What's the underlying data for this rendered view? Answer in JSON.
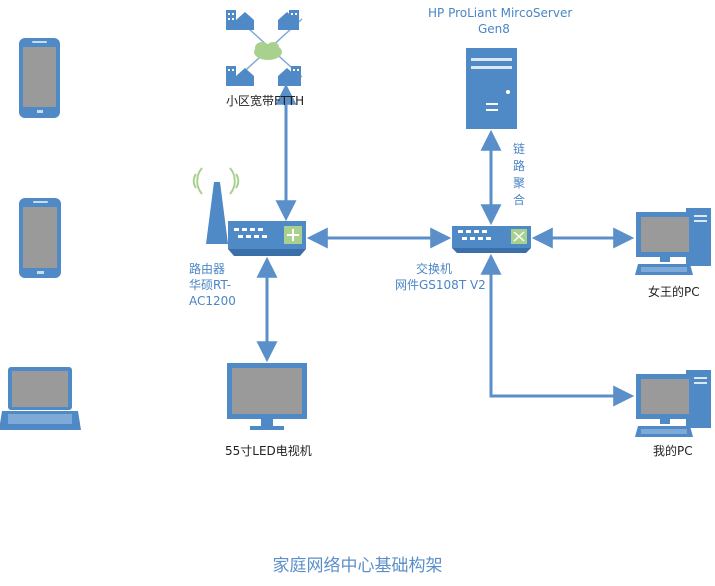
{
  "server": {
    "title": "HP ProLiant MircoServer",
    "subtitle": "Gen8"
  },
  "link_aggregation": "链路聚合",
  "broadband": {
    "label": "小区宽带FTTH"
  },
  "router": {
    "line1": "路由器",
    "line2": "华硕RT-",
    "line3": "AC1200"
  },
  "switch": {
    "line1": "交换机",
    "line2": "网件GS108T V2"
  },
  "pc_queen": {
    "label": "女王的PC"
  },
  "pc_mine": {
    "label": "我的PC"
  },
  "tv": {
    "label": "55寸LED电视机"
  },
  "caption": "家庭网络中心基础构架",
  "colors": {
    "device_blue": "#4f89c6",
    "device_light": "#7fa9d6",
    "screen_gray": "#9a9a9a",
    "line_blue": "#5b8fc9",
    "cloud_green": "#a9d18e"
  }
}
